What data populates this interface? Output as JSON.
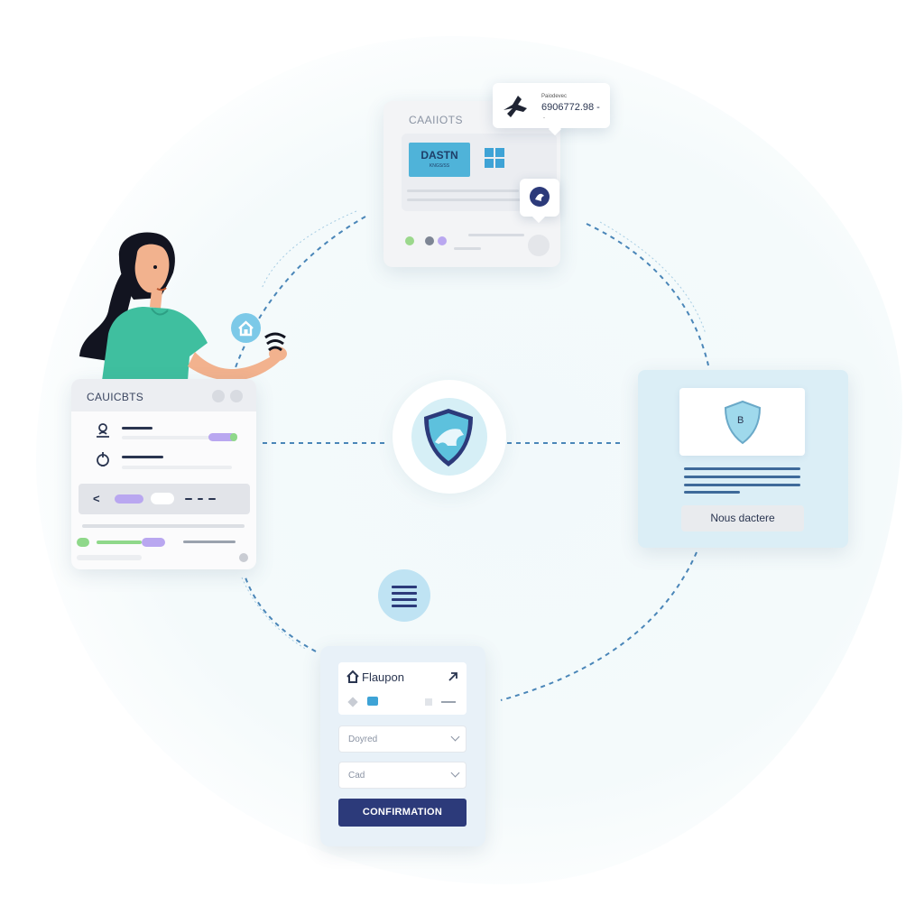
{
  "top_card": {
    "title": "CAAIIOTS",
    "button_label": "DASTN",
    "button_sublabel": "KNGS/SS"
  },
  "tooltip": {
    "caption": "Paiodevec",
    "value": "6906772.98 -",
    "sub": "-"
  },
  "left_card": {
    "title": "CAUICBTS"
  },
  "right_card": {
    "badge_letter": "B",
    "button_label": "Nous dactere"
  },
  "bottom_card": {
    "header_label": "Flaupon",
    "field_1_placeholder": "Doyred",
    "field_2_placeholder": "Cad",
    "confirm_label": "CONFIRMATION"
  },
  "colors": {
    "accent_teal": "#4fb3d9",
    "navy": "#2c3a7a",
    "shirt": "#3fbf9f",
    "light_blue_card": "#dbeef6",
    "green_toggle": "#8fd88a",
    "purple_toggle": "#b9a7f0"
  },
  "icons": [
    "tool-icon",
    "windows-icon",
    "shield-icon",
    "home-icon",
    "user-icon",
    "timer-icon",
    "chevron-left-icon",
    "menu-icon",
    "external-link-icon",
    "chevron-down-icon",
    "wifi-icon"
  ]
}
